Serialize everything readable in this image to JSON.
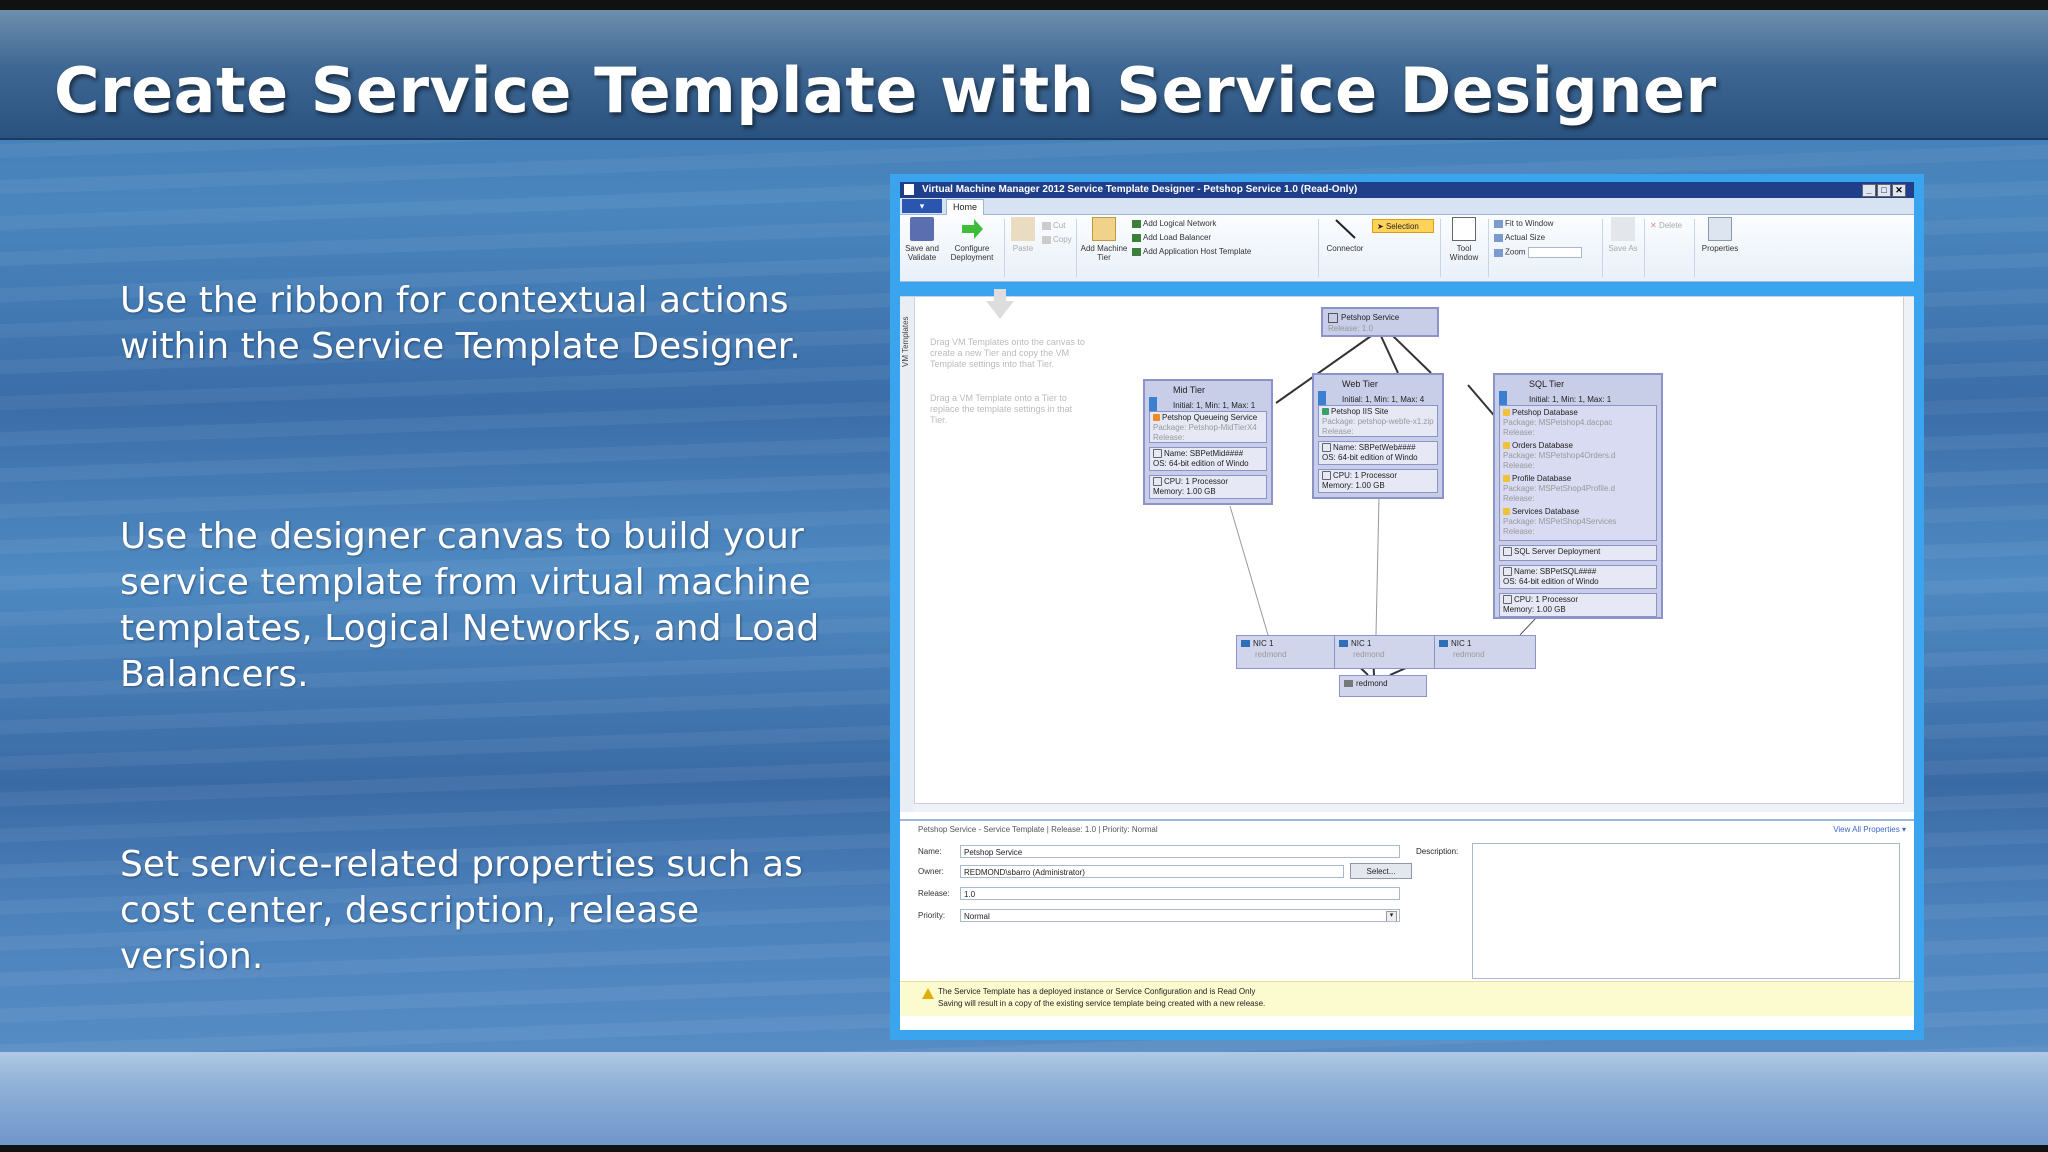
{
  "slide": {
    "title": "Create Service Template with Service Designer",
    "bullets": [
      "Use the ribbon for contextual actions within the Service Template Designer.",
      "Use the designer canvas to build your service template from virtual machine templates, Logical Networks, and Load Balancers.",
      "Set service-related properties such as cost center, description, release version."
    ]
  },
  "window": {
    "title": "Virtual Machine Manager 2012 Service Template Designer - Petshop Service 1.0 (Read-Only)",
    "controls": [
      "_",
      "□",
      "✕"
    ]
  },
  "ribbon": {
    "home_tab": "Home",
    "save_validate": "Save and Validate",
    "configure_deployment": "Configure Deployment",
    "paste": "Paste",
    "cut": "Cut",
    "copy": "Copy",
    "add_machine_tier": "Add Machine Tier",
    "add_logical_network": "Add Logical Network",
    "add_load_balancer": "Add Load Balancer",
    "add_app_host_template": "Add Application Host Template",
    "connector": "Connector",
    "selection": "Selection",
    "tool_window": "Tool Window",
    "fit_to_window": "Fit to Window",
    "actual_size": "Actual Size",
    "zoom": "Zoom",
    "save_as": "Save As",
    "delete": "Delete",
    "properties": "Properties"
  },
  "canvas": {
    "vm_templates_label": "VM Templates",
    "hint1": "Drag VM Templates onto the canvas to create a new Tier and copy the VM Template settings into that Tier.",
    "hint2": "Drag a VM Template onto a Tier to replace the template settings in that Tier.",
    "service": {
      "name": "Petshop Service",
      "release": "Release: 1.0"
    },
    "tiers": [
      {
        "name": "Mid Tier",
        "counts": "Initial: 1, Min: 1, Max: 1",
        "app": "Petshop Queueing Service",
        "package": "Package: Petshop-MidTierX4",
        "package_release": "Release:",
        "vm_name": "Name: SBPetMid####",
        "os": "OS:    64-bit edition of Windo",
        "cpu": "CPU:      1 Processor",
        "memory": "Memory: 1.00 GB"
      },
      {
        "name": "Web Tier",
        "counts": "Initial: 1, Min: 1, Max: 4",
        "app": "Petshop IIS Site",
        "package": "Package: petshop-webfe-x1.zip",
        "package_release": "Release:",
        "vm_name": "Name: SBPetWeb####",
        "os": "OS:    64-bit edition of Windo",
        "cpu": "CPU:      1 Processor",
        "memory": "Memory: 1.00 GB"
      },
      {
        "name": "SQL Tier",
        "counts": "Initial: 1, Min: 1, Max: 1",
        "databases": [
          {
            "name": "Petshop Database",
            "package": "Package: MSPetshop4.dacpac",
            "release": "Release:"
          },
          {
            "name": "Orders Database",
            "package": "Package: MSPetshop4Orders.d",
            "release": "Release:"
          },
          {
            "name": "Profile Database",
            "package": "Package: MSPetShop4Profile.d",
            "release": "Release:"
          },
          {
            "name": "Services Database",
            "package": "Package: MSPetShop4Services",
            "release": "Release:"
          }
        ],
        "sql_deployment": "SQL Server Deployment",
        "vm_name": "Name: SBPetSQL####",
        "os": "OS:    64-bit edition of Windo",
        "cpu": "CPU:      1 Processor",
        "memory": "Memory: 1.00 GB"
      }
    ],
    "nics": [
      {
        "name": "NIC 1",
        "network": "redmond"
      },
      {
        "name": "NIC 1",
        "network": "redmond"
      },
      {
        "name": "NIC 1",
        "network": "redmond"
      }
    ],
    "network": "redmond"
  },
  "properties": {
    "header": "Petshop Service - Service Template | Release: 1.0 | Priority: Normal",
    "view_all": "View All Properties",
    "name_label": "Name:",
    "name_value": "Petshop Service",
    "owner_label": "Owner:",
    "owner_value": "REDMOND\\sbarro (Administrator)",
    "select_button": "Select...",
    "release_label": "Release:",
    "release_value": "1.0",
    "priority_label": "Priority:",
    "priority_value": "Normal",
    "description_label": "Description:",
    "warning_line1": "The Service Template has a deployed instance or Service Configuration and is Read Only",
    "warning_line2": "Saving will result in a copy of the existing service template being created with a new release."
  },
  "colors": {
    "frame": "#3aa5ee",
    "tier_fill": "#c8cde8",
    "tier_border": "#8b93c8",
    "selection_highlight": "#ffd35a"
  }
}
